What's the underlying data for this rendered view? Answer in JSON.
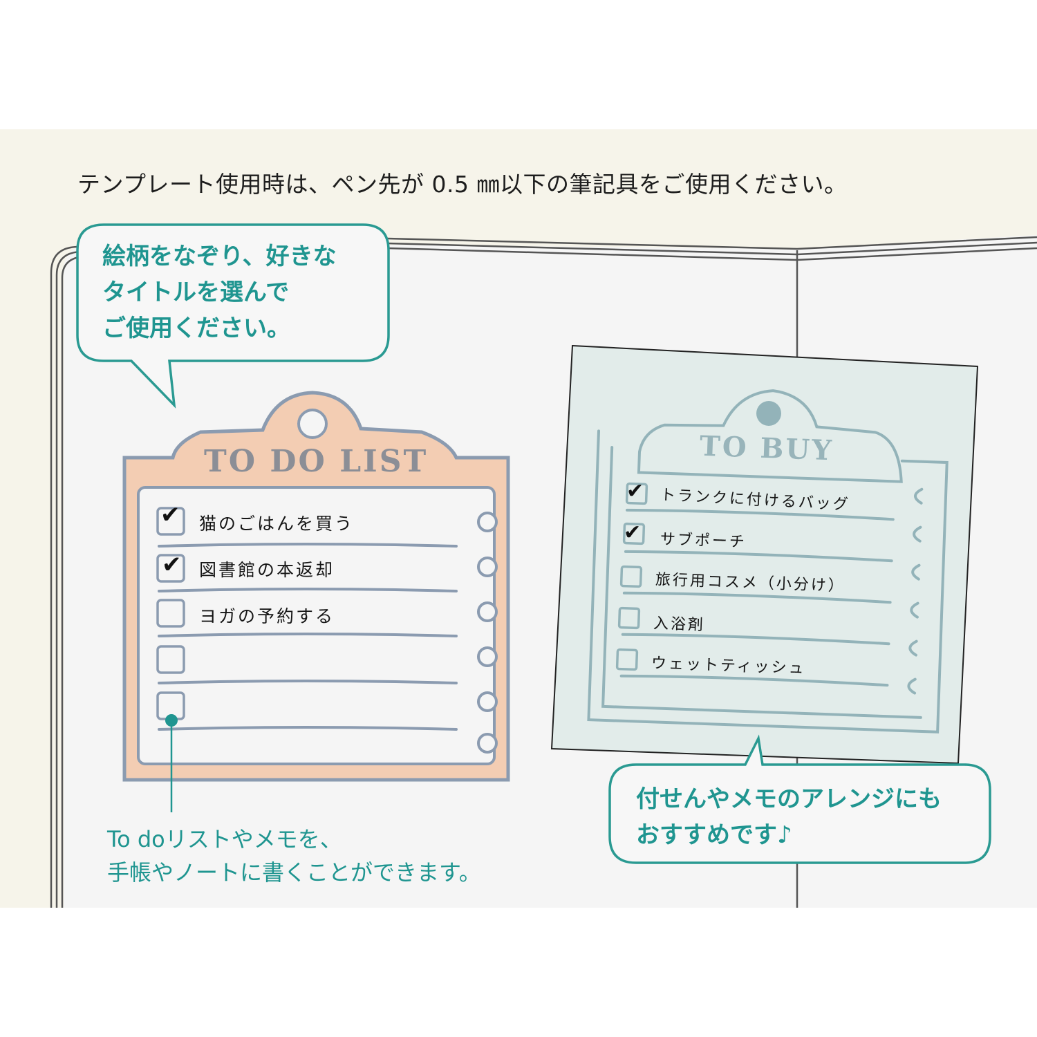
{
  "notice": "テンプレート使用時は、ペン先が 0.5 ㎜以下の筆記具をご使用ください。",
  "bubble_left": {
    "lines": [
      "絵柄をなぞり、好きな",
      "タイトルを選んで",
      "ご使用ください。"
    ]
  },
  "bubble_right": {
    "lines": [
      "付せんやメモのアレンジにも",
      "おすすめです♪"
    ]
  },
  "caption": {
    "lines": [
      "To doリストやメモを、",
      "手帳やノートに書くことができます。"
    ]
  },
  "todo_list": {
    "title": "TO DO LIST",
    "items": [
      {
        "text": "猫のごはんを買う",
        "checked": true
      },
      {
        "text": "図書館の本返却",
        "checked": true
      },
      {
        "text": "ヨガの予約する",
        "checked": false
      },
      {
        "text": "",
        "checked": false
      },
      {
        "text": "",
        "checked": false
      }
    ]
  },
  "to_buy": {
    "title": "TO BUY",
    "items": [
      {
        "text": "トランクに付けるバッグ",
        "checked": true
      },
      {
        "text": "サブポーチ",
        "checked": true
      },
      {
        "text": "旅行用コスメ（小分け）",
        "checked": false
      },
      {
        "text": "入浴剤",
        "checked": false
      },
      {
        "text": "ウェットティッシュ",
        "checked": false
      }
    ]
  },
  "icons": {
    "check": "✔"
  },
  "colors": {
    "accent_teal": "#1f9590",
    "clipboard_peach": "#f3cdb3",
    "clipboard_outline": "#8b9bb0",
    "sticky_note": "#e2ecea",
    "stencil_blue": "#93b3b9",
    "band_bg": "#f6f4ea",
    "page_bg": "#f5f5f5"
  }
}
